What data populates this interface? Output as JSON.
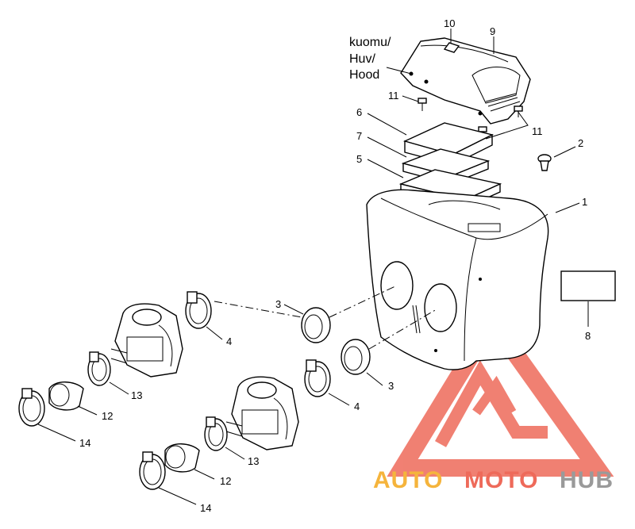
{
  "hood_label": [
    "kuomu/",
    "Huv/",
    "Hood"
  ],
  "callouts": {
    "c1": "1",
    "c2": "2",
    "c3a": "3",
    "c3b": "3",
    "c4a": "4",
    "c4b": "4",
    "c5": "5",
    "c6": "6",
    "c7": "7",
    "c8": "8",
    "c9": "9",
    "c10": "10",
    "c11a": "11",
    "c11b": "11",
    "c12a": "12",
    "c12b": "12",
    "c13a": "13",
    "c13b": "13",
    "c14a": "14",
    "c14b": "14"
  },
  "watermark": {
    "auto": "AUTO",
    "moto": "MOTO",
    "hub": "HUB"
  },
  "colors": {
    "wm_orange": "#f5b43c",
    "wm_red": "#ee6a5a",
    "wm_grey": "#9a9a9a",
    "line": "#000000"
  }
}
